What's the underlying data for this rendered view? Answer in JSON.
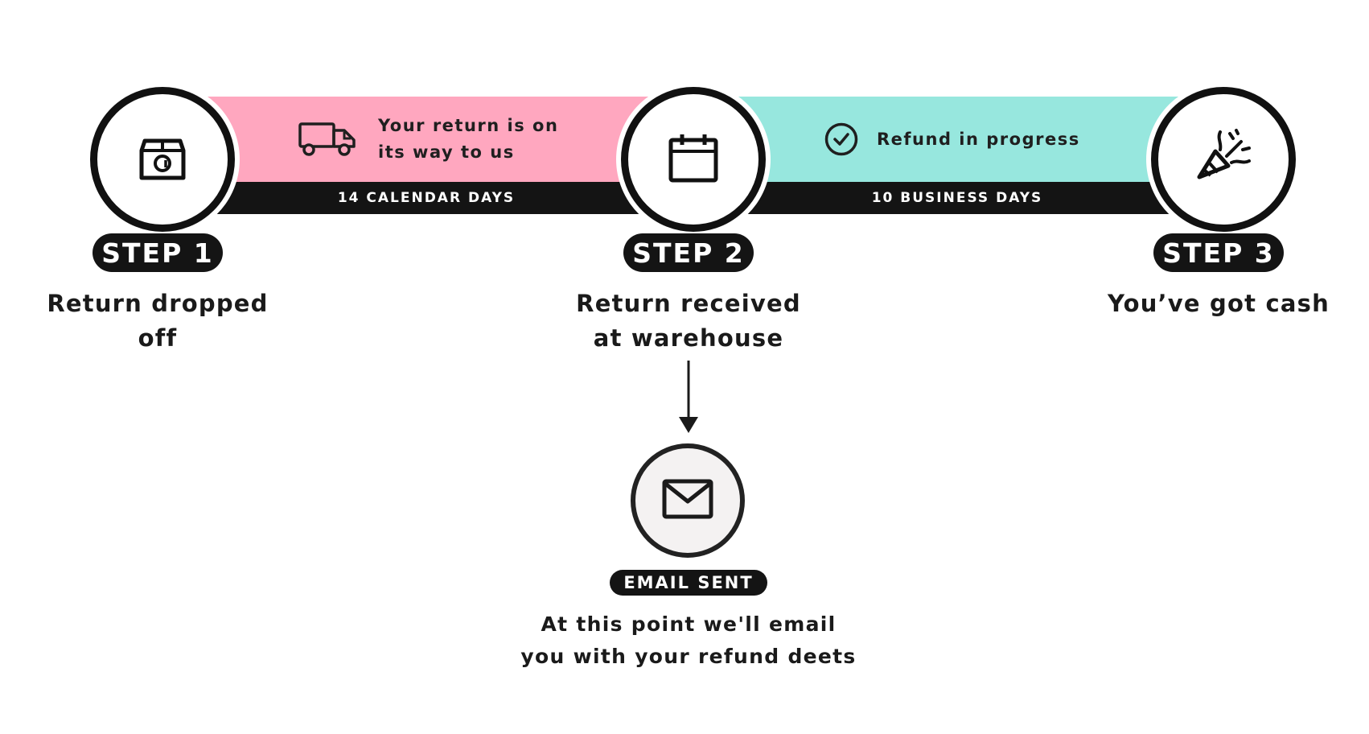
{
  "colors": {
    "pink_band": "#ffa7bf",
    "teal_band": "#97e7de",
    "dark": "#141414"
  },
  "segments": [
    {
      "icon": "truck-icon",
      "text_line1": "Your return is on",
      "text_line2": "its way to us",
      "duration": "14 CALENDAR DAYS"
    },
    {
      "icon": "check-circle-icon",
      "text": "Refund in progress",
      "duration": "10 BUSINESS DAYS"
    }
  ],
  "steps": [
    {
      "icon": "package-box-icon",
      "label": "STEP 1",
      "caption_line1": "Return dropped",
      "caption_line2": "off"
    },
    {
      "icon": "calendar-icon",
      "label": "STEP 2",
      "caption_line1": "Return received",
      "caption_line2": "at warehouse"
    },
    {
      "icon": "party-popper-icon",
      "label": "STEP 3",
      "caption_line1": "You’ve got cash"
    }
  ],
  "email": {
    "icon": "envelope-icon",
    "label": "EMAIL SENT",
    "caption_line1": "At this point we'll email",
    "caption_line2": "you with your refund deets"
  }
}
